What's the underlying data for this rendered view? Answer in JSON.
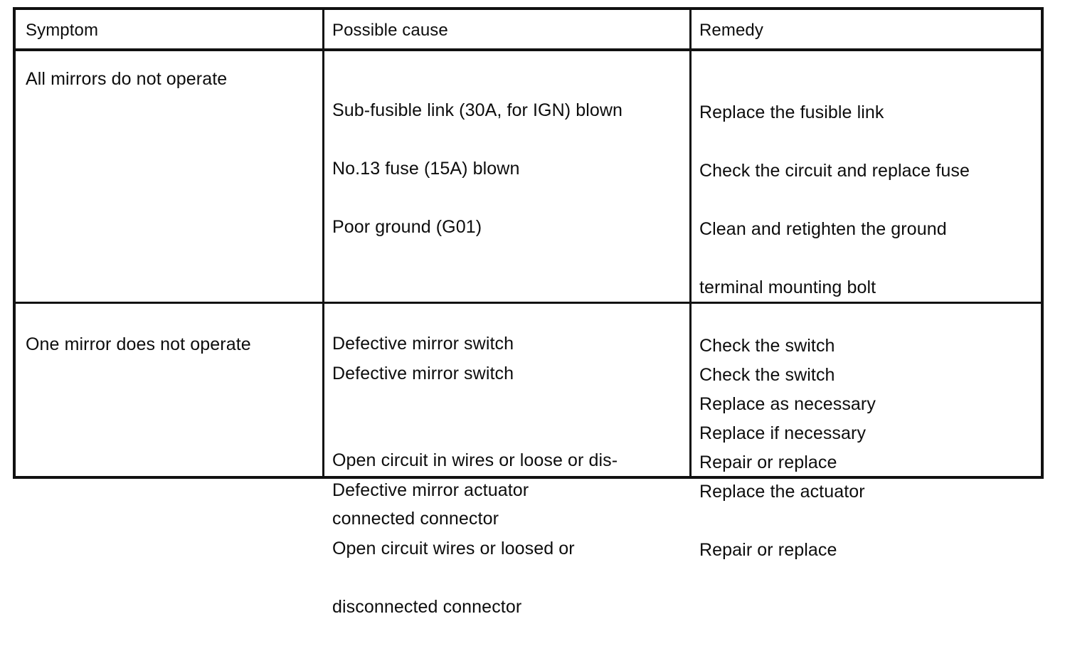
{
  "document": {
    "type": "troubleshooting-table",
    "ink_color": "#0d0d0d",
    "background_color": "#ffffff"
  },
  "table": {
    "headers": {
      "symptom": "Symptom",
      "cause": "Possible cause",
      "remedy": "Remedy"
    },
    "rows": [
      {
        "symptom": "All mirrors do not operate",
        "cause_lines": [
          "Sub-fusible link (30A, for IGN) blown",
          "No.13 fuse (15A) blown",
          "Poor ground (G01)",
          "",
          "Defective mirror switch",
          "",
          "Open circuit in wires or loose or dis-",
          "connected connector"
        ],
        "remedy_lines": [
          "Replace the fusible link",
          "Check the circuit and replace fuse",
          "Clean and retighten the ground",
          "terminal mounting bolt",
          "Check the switch",
          "Replace as necessary",
          "Repair or replace"
        ]
      },
      {
        "symptom": "One mirror does not operate",
        "cause_lines": [
          "Defective mirror switch",
          "",
          "Defective mirror actuator",
          "Open circuit wires or loosed or",
          "disconnected connector"
        ],
        "remedy_lines": [
          "Check the switch",
          "Replace if necessary",
          "Replace the actuator",
          "Repair or replace"
        ]
      }
    ]
  }
}
